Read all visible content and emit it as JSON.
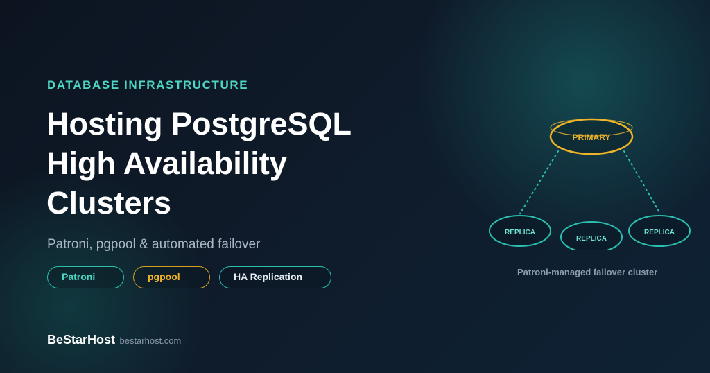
{
  "eyebrow": "DATABASE INFRASTRUCTURE",
  "title_lines": [
    "Hosting PostgreSQL",
    "High Availability",
    "Clusters"
  ],
  "subtitle": "Patroni, pgpool & automated failover",
  "tags": [
    {
      "label": "Patroni",
      "color": "#4fd6c3"
    },
    {
      "label": "pgpool",
      "color": "#f0b429"
    },
    {
      "label": "HA Replication",
      "color": "#e6edf3"
    }
  ],
  "brand": {
    "name": "BeStarHost",
    "url": "bestarhost.com"
  },
  "diagram": {
    "primary_label": "PRIMARY",
    "replica_labels": [
      "REPLICA",
      "REPLICA",
      "REPLICA"
    ],
    "caption": "Patroni-managed failover cluster",
    "colors": {
      "primary": "#f0b429",
      "replica": "#2bbfb0",
      "text_replica": "#6fe3d2"
    }
  }
}
